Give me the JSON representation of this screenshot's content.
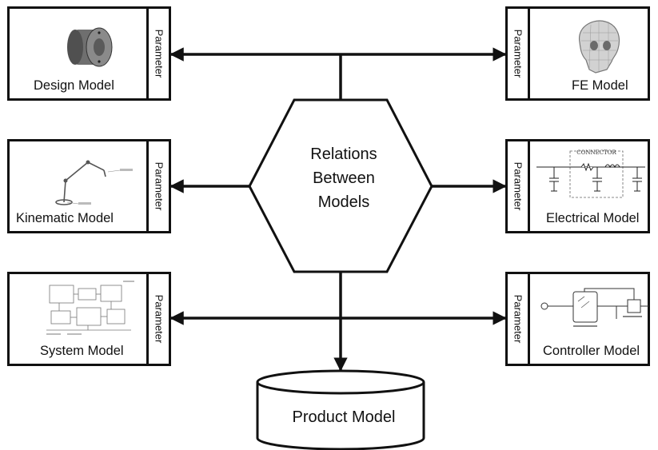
{
  "center": {
    "lines": [
      "Relations",
      "Between",
      "Models"
    ]
  },
  "product": {
    "label": "Product Model"
  },
  "param_label": "Parameter",
  "models": {
    "design": {
      "label": "Design Model"
    },
    "kinematic": {
      "label": "Kinematic Model"
    },
    "system": {
      "label": "System Model"
    },
    "fe": {
      "label": "FE Model"
    },
    "electrical": {
      "label": "Electrical Model",
      "connector_label": "CONNECTOR"
    },
    "controller": {
      "label": "Controller Model"
    }
  }
}
